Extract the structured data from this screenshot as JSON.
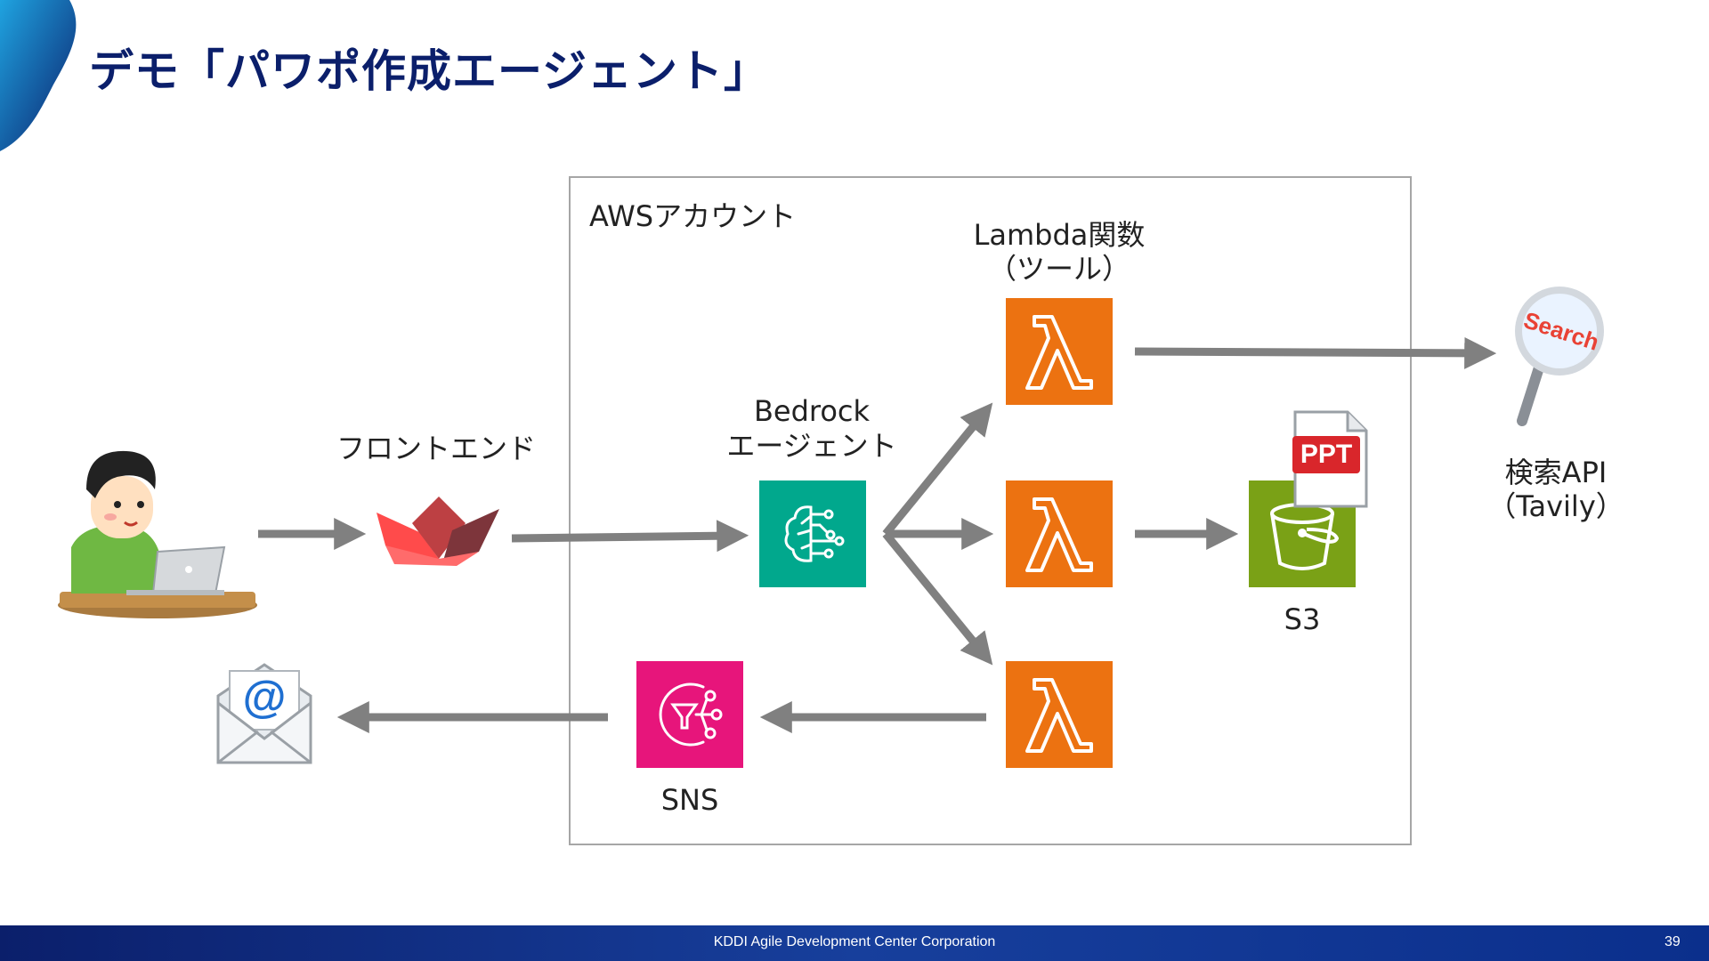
{
  "slide": {
    "title": "デモ「パワポ作成エージェント」",
    "footer": "KDDI Agile Development Center Corporation",
    "page_number": "39"
  },
  "aws_account": {
    "label": "AWSアカウント"
  },
  "nodes": {
    "user": {
      "icon": "user-laptop-icon"
    },
    "frontend": {
      "label": "フロントエンド",
      "icon": "streamlit-logo-icon"
    },
    "bedrock": {
      "label_line1": "Bedrock",
      "label_line2": "エージェント",
      "icon": "bedrock-agent-icon"
    },
    "lambda": {
      "label_line1": "Lambda関数",
      "label_line2": "（ツール）",
      "icon": "lambda-icon"
    },
    "search_api": {
      "label_line1": "検索API",
      "label_line2": "（Tavily）",
      "icon": "search-magnifier-icon",
      "glass_text": "Search"
    },
    "s3": {
      "label": "S3",
      "icon": "s3-bucket-icon"
    },
    "ppt": {
      "text": "PPT",
      "icon": "ppt-file-icon"
    },
    "sns": {
      "label": "SNS",
      "icon": "sns-icon"
    },
    "email": {
      "symbol": "@",
      "icon": "email-envelope-icon"
    }
  },
  "colors": {
    "title": "#0b1f6b",
    "arrow": "#808080",
    "lambda": "#ec7211",
    "bedrock": "#01a88d",
    "s3": "#7aa116",
    "sns": "#e7157b",
    "ppt": "#d9262b",
    "footer": "#0b1f6b"
  }
}
